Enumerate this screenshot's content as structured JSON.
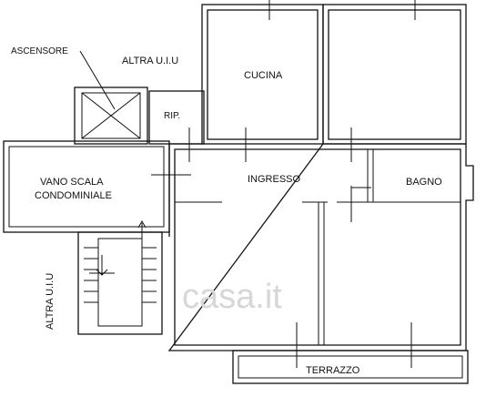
{
  "labels": {
    "ascensore": "ASCENSORE",
    "altra_uiu_top": "ALTRA U.I.U",
    "altra_uiu_left": "ALTRA U.I.U",
    "cucina": "CUCINA",
    "rip": "RIP.",
    "vano_scala_line1": "VANO SCALA",
    "vano_scala_line2": "CONDOMINIALE",
    "ingresso": "INGRESSO",
    "bagno": "BAGNO",
    "terrazzo": "TERRAZZO"
  },
  "watermark": "casa.it"
}
